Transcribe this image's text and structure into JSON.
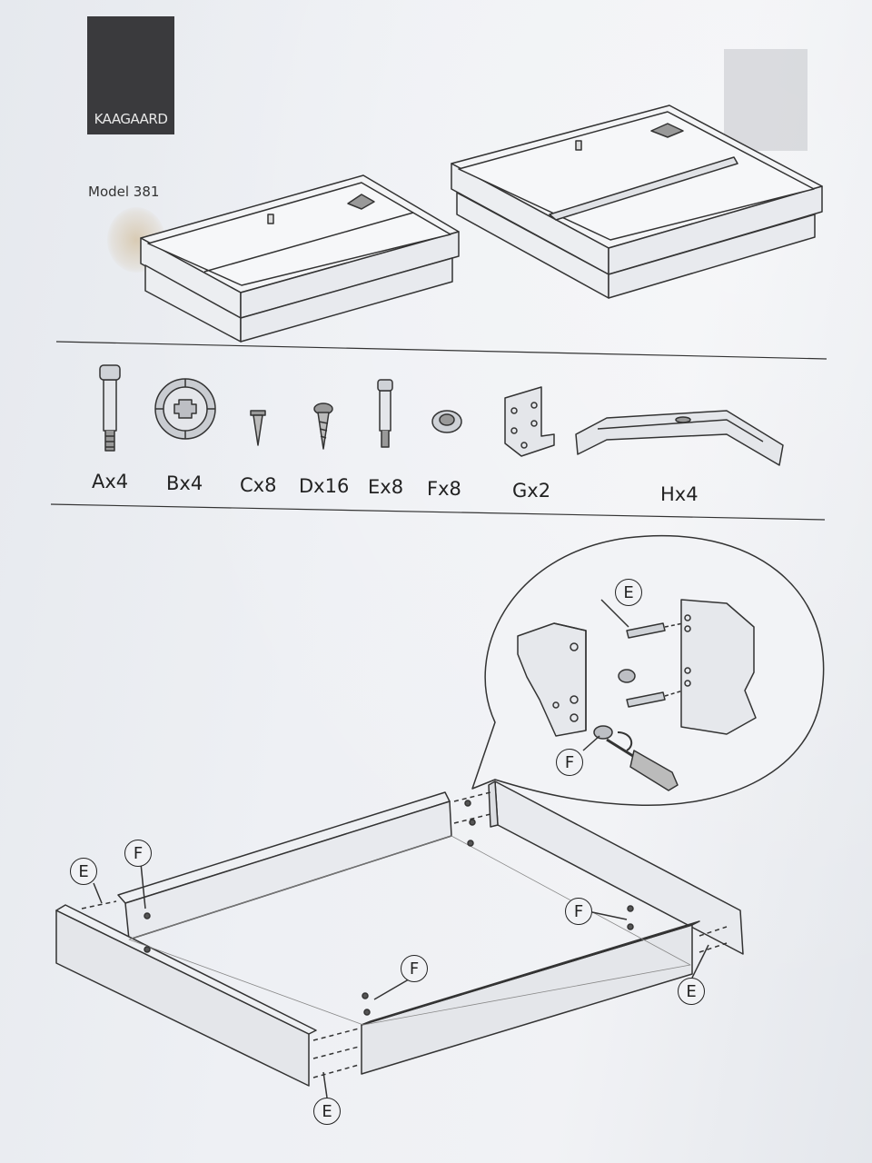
{
  "brand": {
    "logo_text": "KAAGAARD"
  },
  "model": {
    "label": "Model 381"
  },
  "parts": [
    {
      "label": "Ax4"
    },
    {
      "label": "Bx4"
    },
    {
      "label": "Cx8"
    },
    {
      "label": "Dx16"
    },
    {
      "label": "Ex8"
    },
    {
      "label": "Fx8"
    },
    {
      "label": "Gx2"
    },
    {
      "label": "Hx4"
    }
  ],
  "callouts": {
    "E": "E",
    "F": "F"
  }
}
